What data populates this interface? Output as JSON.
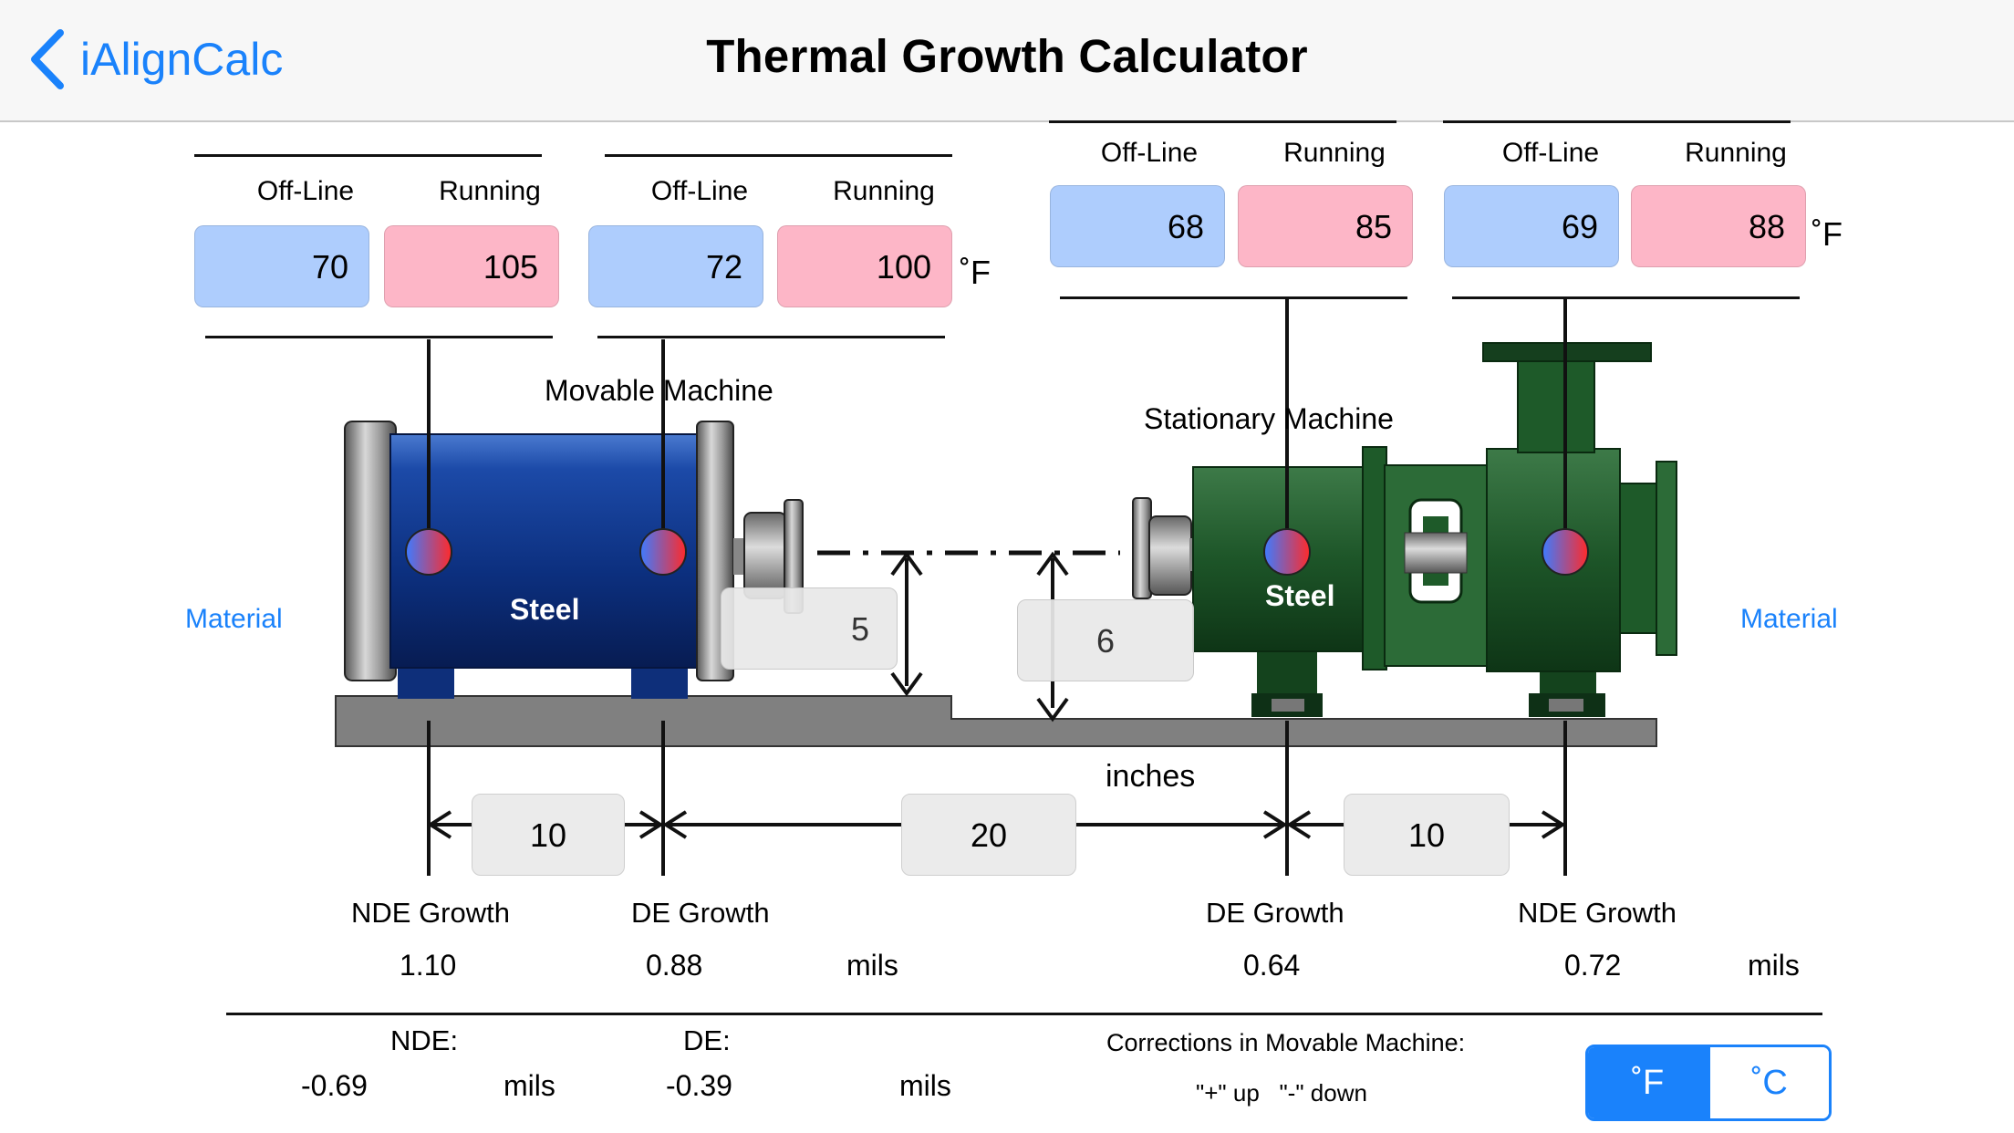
{
  "nav": {
    "back_label": "iAlignCalc",
    "title": "Thermal Growth Calculator"
  },
  "temps": {
    "movable_nde": {
      "offline_label": "Off-Line",
      "running_label": "Running",
      "offline": "70",
      "running": "105"
    },
    "movable_de": {
      "offline_label": "Off-Line",
      "running_label": "Running",
      "offline": "72",
      "running": "100",
      "unit": "˚F"
    },
    "stationary_de": {
      "offline_label": "Off-Line",
      "running_label": "Running",
      "offline": "68",
      "running": "85"
    },
    "stationary_nde": {
      "offline_label": "Off-Line",
      "running_label": "Running",
      "offline": "69",
      "running": "88",
      "unit": "˚F"
    }
  },
  "machines": {
    "movable": {
      "label": "Movable Machine",
      "material": "Steel",
      "material_link": "Material"
    },
    "stationary": {
      "label": "Stationary Machine",
      "material": "Steel",
      "material_link": "Material"
    }
  },
  "heights": {
    "movable": "5",
    "stationary": "6"
  },
  "distances": {
    "unit": "inches",
    "movable_span": "10",
    "coupling_span": "20",
    "stationary_span": "10"
  },
  "growth": {
    "movable_nde_label": "NDE Growth",
    "movable_nde": "1.10",
    "movable_de_label": "DE Growth",
    "movable_de": "0.88",
    "movable_unit": "mils",
    "stationary_de_label": "DE Growth",
    "stationary_de": "0.64",
    "stationary_nde_label": "NDE Growth",
    "stationary_nde": "0.72",
    "stationary_unit": "mils"
  },
  "corrections": {
    "nde_label": "NDE:",
    "nde": "-0.69",
    "nde_unit": "mils",
    "de_label": "DE:",
    "de": "-0.39",
    "de_unit": "mils",
    "title": "Corrections in Movable Machine:",
    "hint": "\"+\" up   \"-\" down"
  },
  "units_toggle": {
    "fahrenheit": "˚F",
    "celsius": "˚C",
    "selected": "fahrenheit"
  },
  "colors": {
    "accent": "#1a82fb",
    "offline": "#aecdfd",
    "running": "#fdb6c7",
    "movable_body": "#0d3b8c",
    "stationary_body": "#1f5a2a"
  }
}
